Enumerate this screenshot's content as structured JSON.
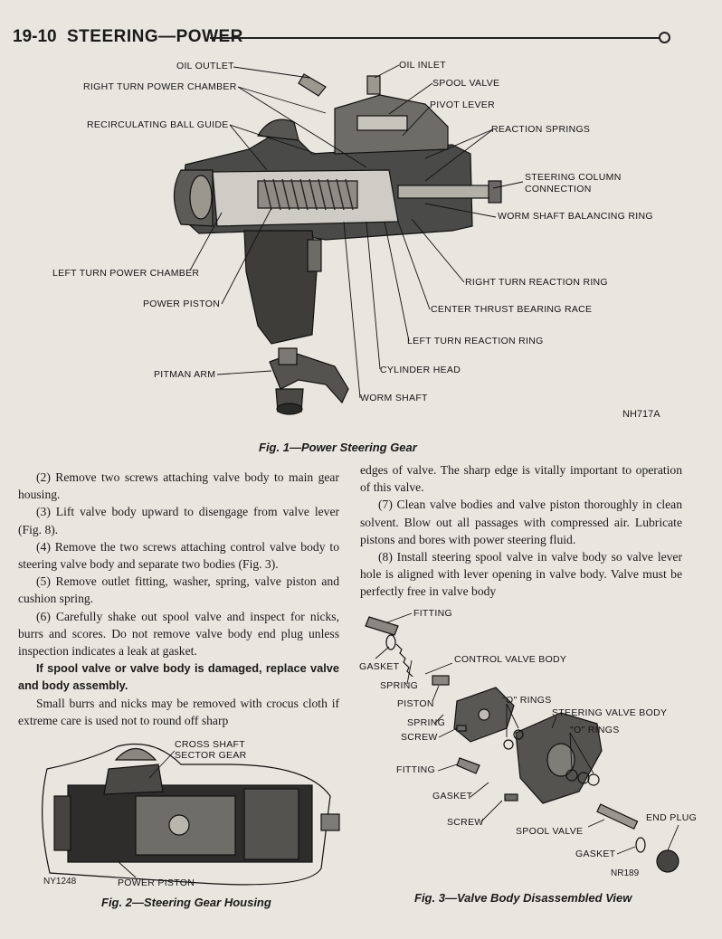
{
  "header": {
    "page_number": "19-10",
    "title": "STEERING—POWER"
  },
  "fig1": {
    "caption": "Fig. 1—Power Steering Gear",
    "code": "NH717A",
    "labels": {
      "oil_outlet": "OIL OUTLET",
      "oil_inlet": "OIL INLET",
      "right_turn_power_chamber": "RIGHT TURN POWER CHAMBER",
      "spool_valve": "SPOOL VALVE",
      "pivot_lever": "PIVOT LEVER",
      "recirculating_ball_guide": "RECIRCULATING BALL GUIDE",
      "reaction_springs": "REACTION SPRINGS",
      "steering_column_connection_1": "STEERING COLUMN",
      "steering_column_connection_2": "CONNECTION",
      "worm_shaft_balancing_ring": "WORM SHAFT BALANCING RING",
      "left_turn_power_chamber": "LEFT TURN POWER CHAMBER",
      "power_piston": "POWER PISTON",
      "right_turn_reaction_ring": "RIGHT TURN REACTION RING",
      "center_thrust_bearing_race": "CENTER THRUST BEARING RACE",
      "left_turn_reaction_ring": "LEFT TURN REACTION RING",
      "pitman_arm": "PITMAN ARM",
      "cylinder_head": "CYLINDER HEAD",
      "worm_shaft": "WORM SHAFT"
    }
  },
  "fig2": {
    "caption": "Fig. 2—Steering Gear Housing",
    "code": "NY1248",
    "labels": {
      "cross_shaft_1": "CROSS SHAFT",
      "cross_shaft_2": "SECTOR GEAR",
      "power_piston": "POWER PISTON"
    }
  },
  "fig3": {
    "caption": "Fig. 3—Valve Body Disassembled View",
    "code": "NR189",
    "labels": {
      "fitting_top": "FITTING",
      "gasket_top": "GASKET",
      "control_valve_body": "CONTROL VALVE BODY",
      "spring_1": "SPRING",
      "o_rings_1": "\"O\" RINGS",
      "piston": "PISTON",
      "steering_valve_body": "STEERING VALVE BODY",
      "spring_2": "SPRING",
      "o_rings_2": "\"O\" RINGS",
      "screw_1": "SCREW",
      "fitting_mid": "FITTING",
      "gasket_mid": "GASKET",
      "screw_2": "SCREW",
      "spool_valve": "SPOOL VALVE",
      "end_plug": "END PLUG",
      "gasket_bottom": "GASKET"
    }
  },
  "text": {
    "left": [
      "(2) Remove two screws attaching valve body to main gear housing.",
      "(3) Lift valve body upward to disengage from valve lever (Fig. 8).",
      "(4) Remove the two screws attaching control valve body to steering valve body and separate two bodies (Fig. 3).",
      "(5) Remove outlet fitting, washer, spring, valve piston and cushion spring.",
      "(6) Carefully shake out spool valve and inspect for nicks, burrs and scores. Do not remove valve body end plug unless inspection indicates a leak at gasket.",
      "If spool valve or valve body is damaged, replace valve and body assembly.",
      "Small burrs and nicks may be removed with crocus cloth if extreme care is used not to round off sharp"
    ],
    "right": [
      "edges of valve. The sharp edge is vitally important to operation of this valve.",
      "(7) Clean valve bodies and valve piston thoroughly in clean solvent. Blow out all passages with compressed air. Lubricate pistons and bores with power steering fluid.",
      "(8) Install steering spool valve in valve body so valve lever hole is aligned with lever opening in valve body. Valve must be perfectly free in valve body"
    ]
  }
}
